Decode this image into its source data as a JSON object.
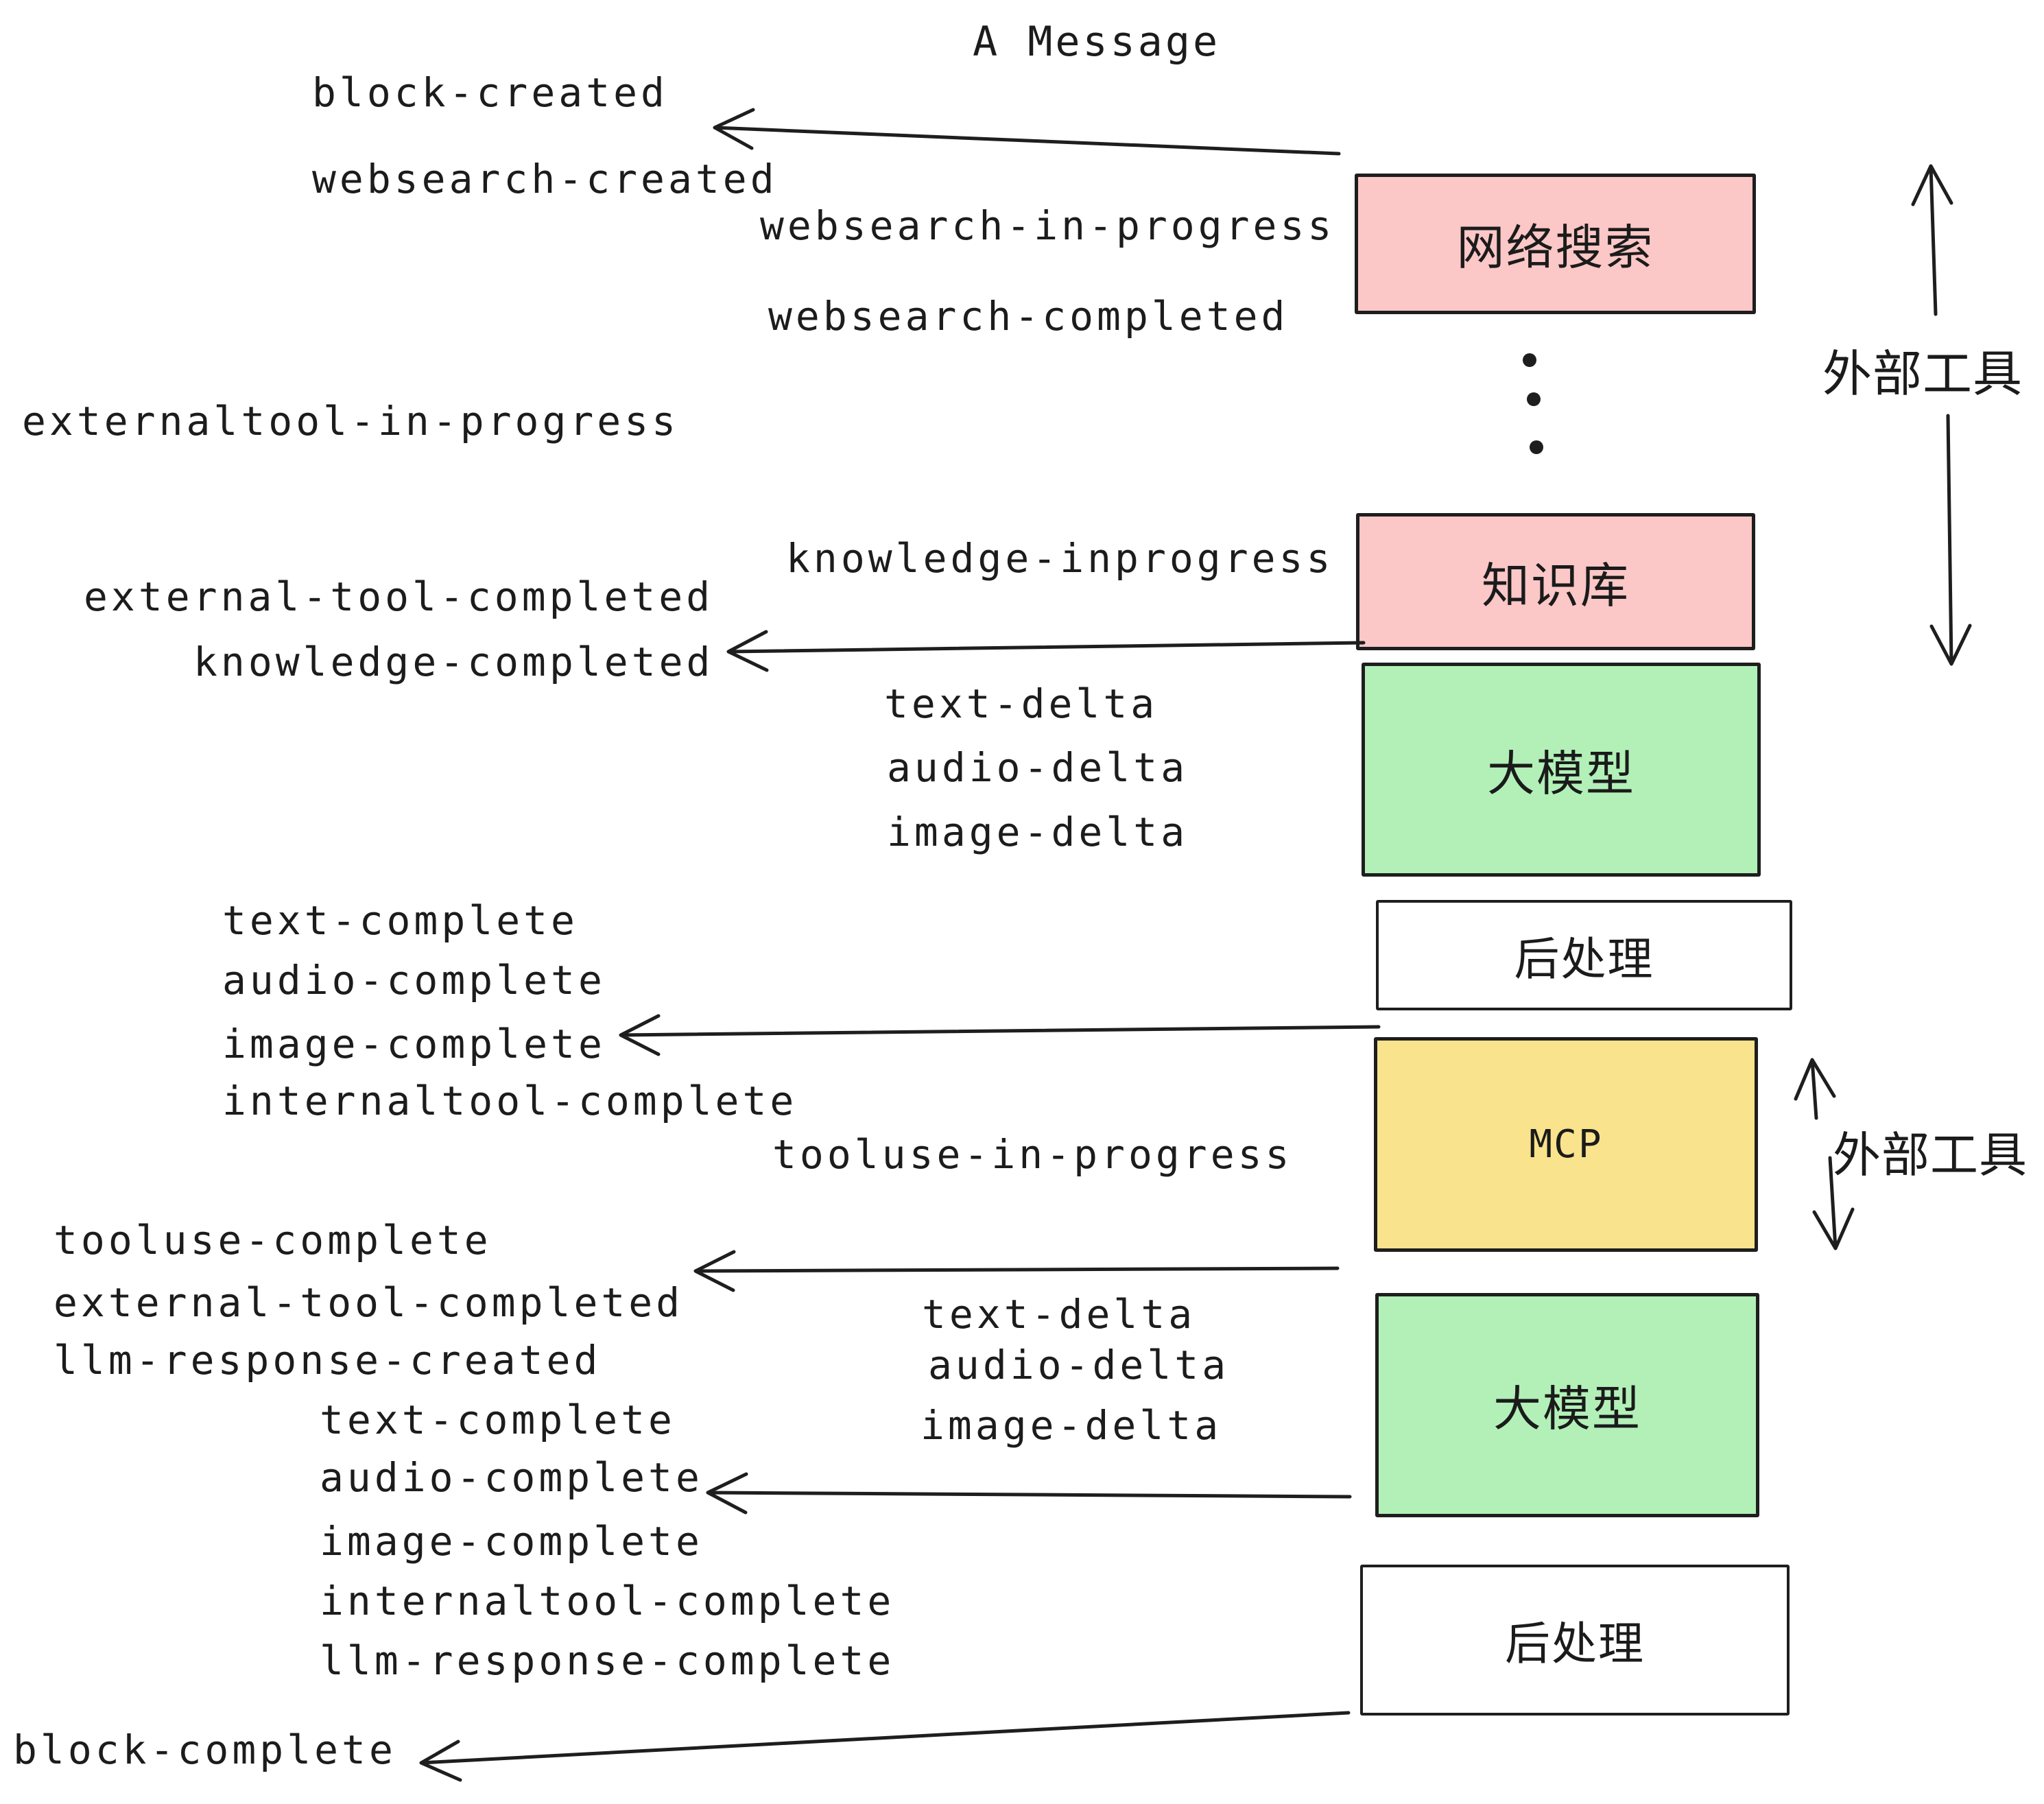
{
  "title": "A Message",
  "colors": {
    "pink": "#FBC7C7",
    "green": "#B2F0B8",
    "yellow": "#F9E38C",
    "white": "#FFFFFF",
    "stroke": "#1E1E1E"
  },
  "boxes": {
    "websearch": {
      "label": "网络搜索"
    },
    "knowledge": {
      "label": "知识库"
    },
    "llm_top": {
      "label": "大模型"
    },
    "post_top": {
      "label": "后处理"
    },
    "mcp": {
      "label": "MCP"
    },
    "llm_bottom": {
      "label": "大模型"
    },
    "post_bottom": {
      "label": "后处理"
    }
  },
  "side_labels": [
    "外部工具",
    "外部工具"
  ],
  "events": [
    "block-created",
    "websearch-created",
    "websearch-in-progress",
    "websearch-completed",
    "externaltool-in-progress",
    "knowledge-inprogress",
    "external-tool-completed",
    "knowledge-completed",
    "text-delta",
    "audio-delta",
    "image-delta",
    "text-complete",
    "audio-complete",
    "image-complete",
    "internaltool-complete",
    "tooluse-in-progress",
    "tooluse-complete",
    "external-tool-completed",
    "llm-response-created",
    "text-complete",
    "audio-complete",
    "text-delta",
    "audio-delta",
    "image-delta",
    "image-complete",
    "internaltool-complete",
    "llm-response-complete",
    "block-complete"
  ]
}
